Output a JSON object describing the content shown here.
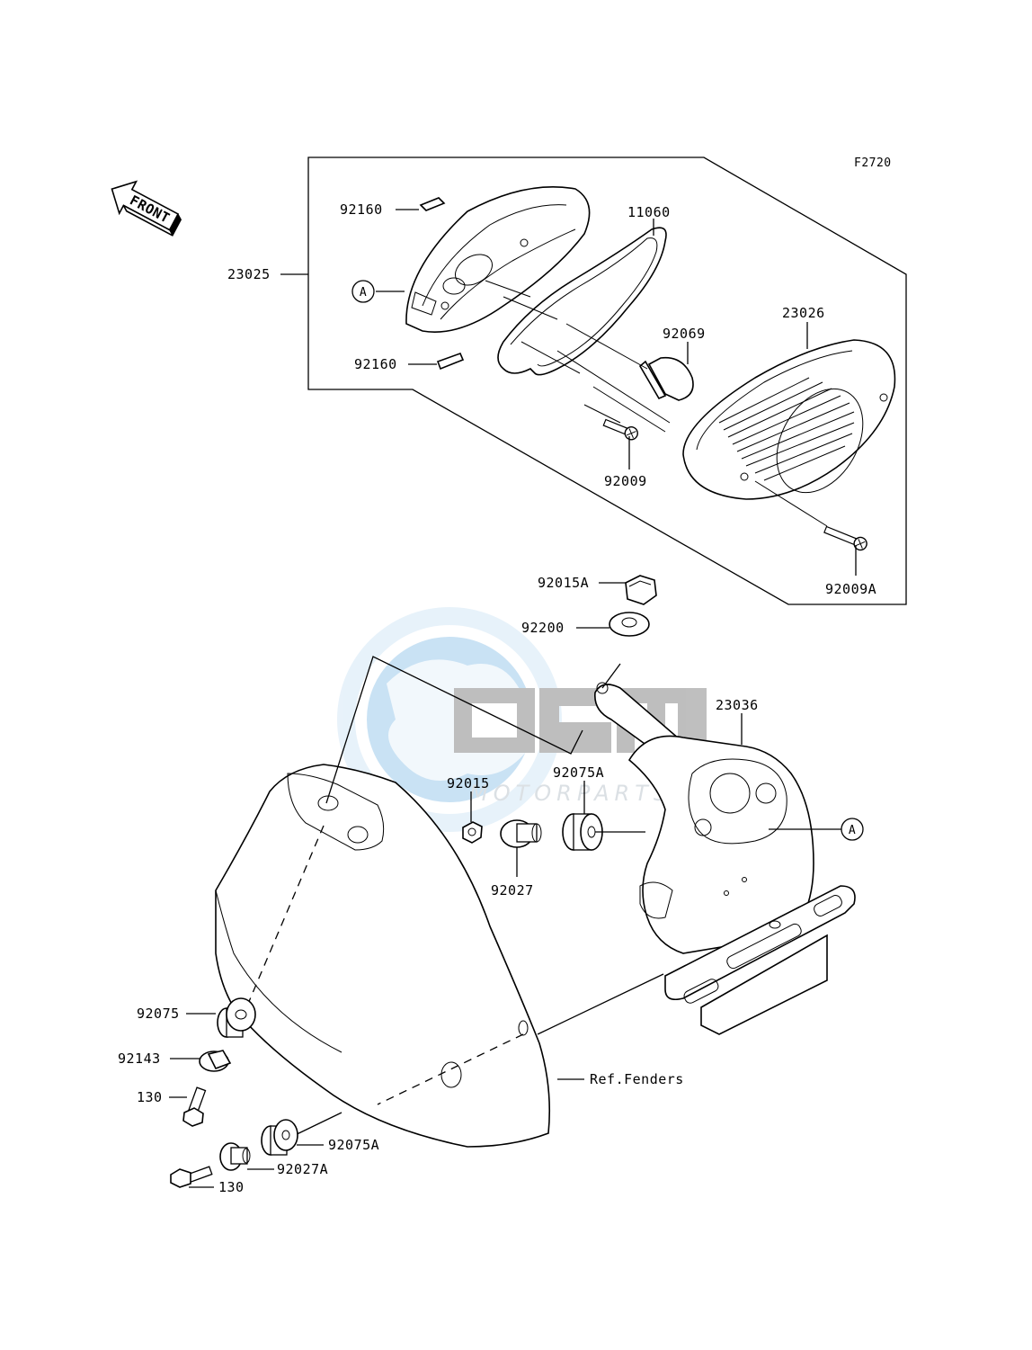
{
  "figure_code": "F2720",
  "front_arrow_label": "FRONT",
  "watermark": {
    "brand": "OSM",
    "sub": "MOTORPARTS"
  },
  "ref_marker": "A",
  "labels": {
    "p92160_top": "92160",
    "p11060": "11060",
    "p23025": "23025",
    "p23026": "23026",
    "p92069": "92069",
    "p92160_bottom": "92160",
    "p92009": "92009",
    "p92009A": "92009A",
    "p92015A": "92015A",
    "p92200": "92200",
    "p23036": "23036",
    "p92015": "92015",
    "p92075A_top": "92075A",
    "p92027": "92027",
    "p92075": "92075",
    "p92143": "92143",
    "p130_top": "130",
    "ref_fenders": "Ref.Fenders",
    "p92075A_bottom": "92075A",
    "p92027A": "92027A",
    "p130_bottom": "130"
  }
}
